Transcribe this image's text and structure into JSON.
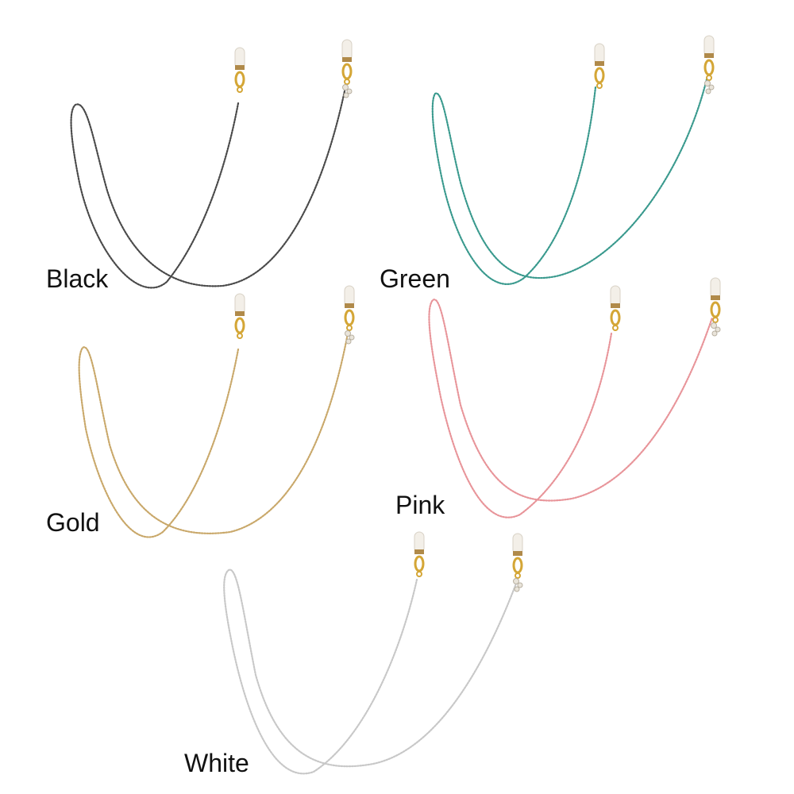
{
  "variants": [
    {
      "key": "black",
      "label": "Black",
      "color": "#4a4a4a",
      "accent": "#9a7b3c"
    },
    {
      "key": "green",
      "label": "Green",
      "color": "#3a9a8e",
      "accent": "#9a7b3c"
    },
    {
      "key": "gold",
      "label": "Gold",
      "color": "#c9a86a",
      "accent": "#9a7b3c"
    },
    {
      "key": "pink",
      "label": "Pink",
      "color": "#e8959a",
      "accent": "#9a7b3c"
    },
    {
      "key": "white",
      "label": "White",
      "color": "#c8c8c8",
      "accent": "#9a7b3c"
    }
  ],
  "hardware": {
    "clasp_color": "#d4a636",
    "grip_color": "#f3efe8",
    "band_color": "#b08a4a",
    "gem_color": "#e9e4da"
  }
}
